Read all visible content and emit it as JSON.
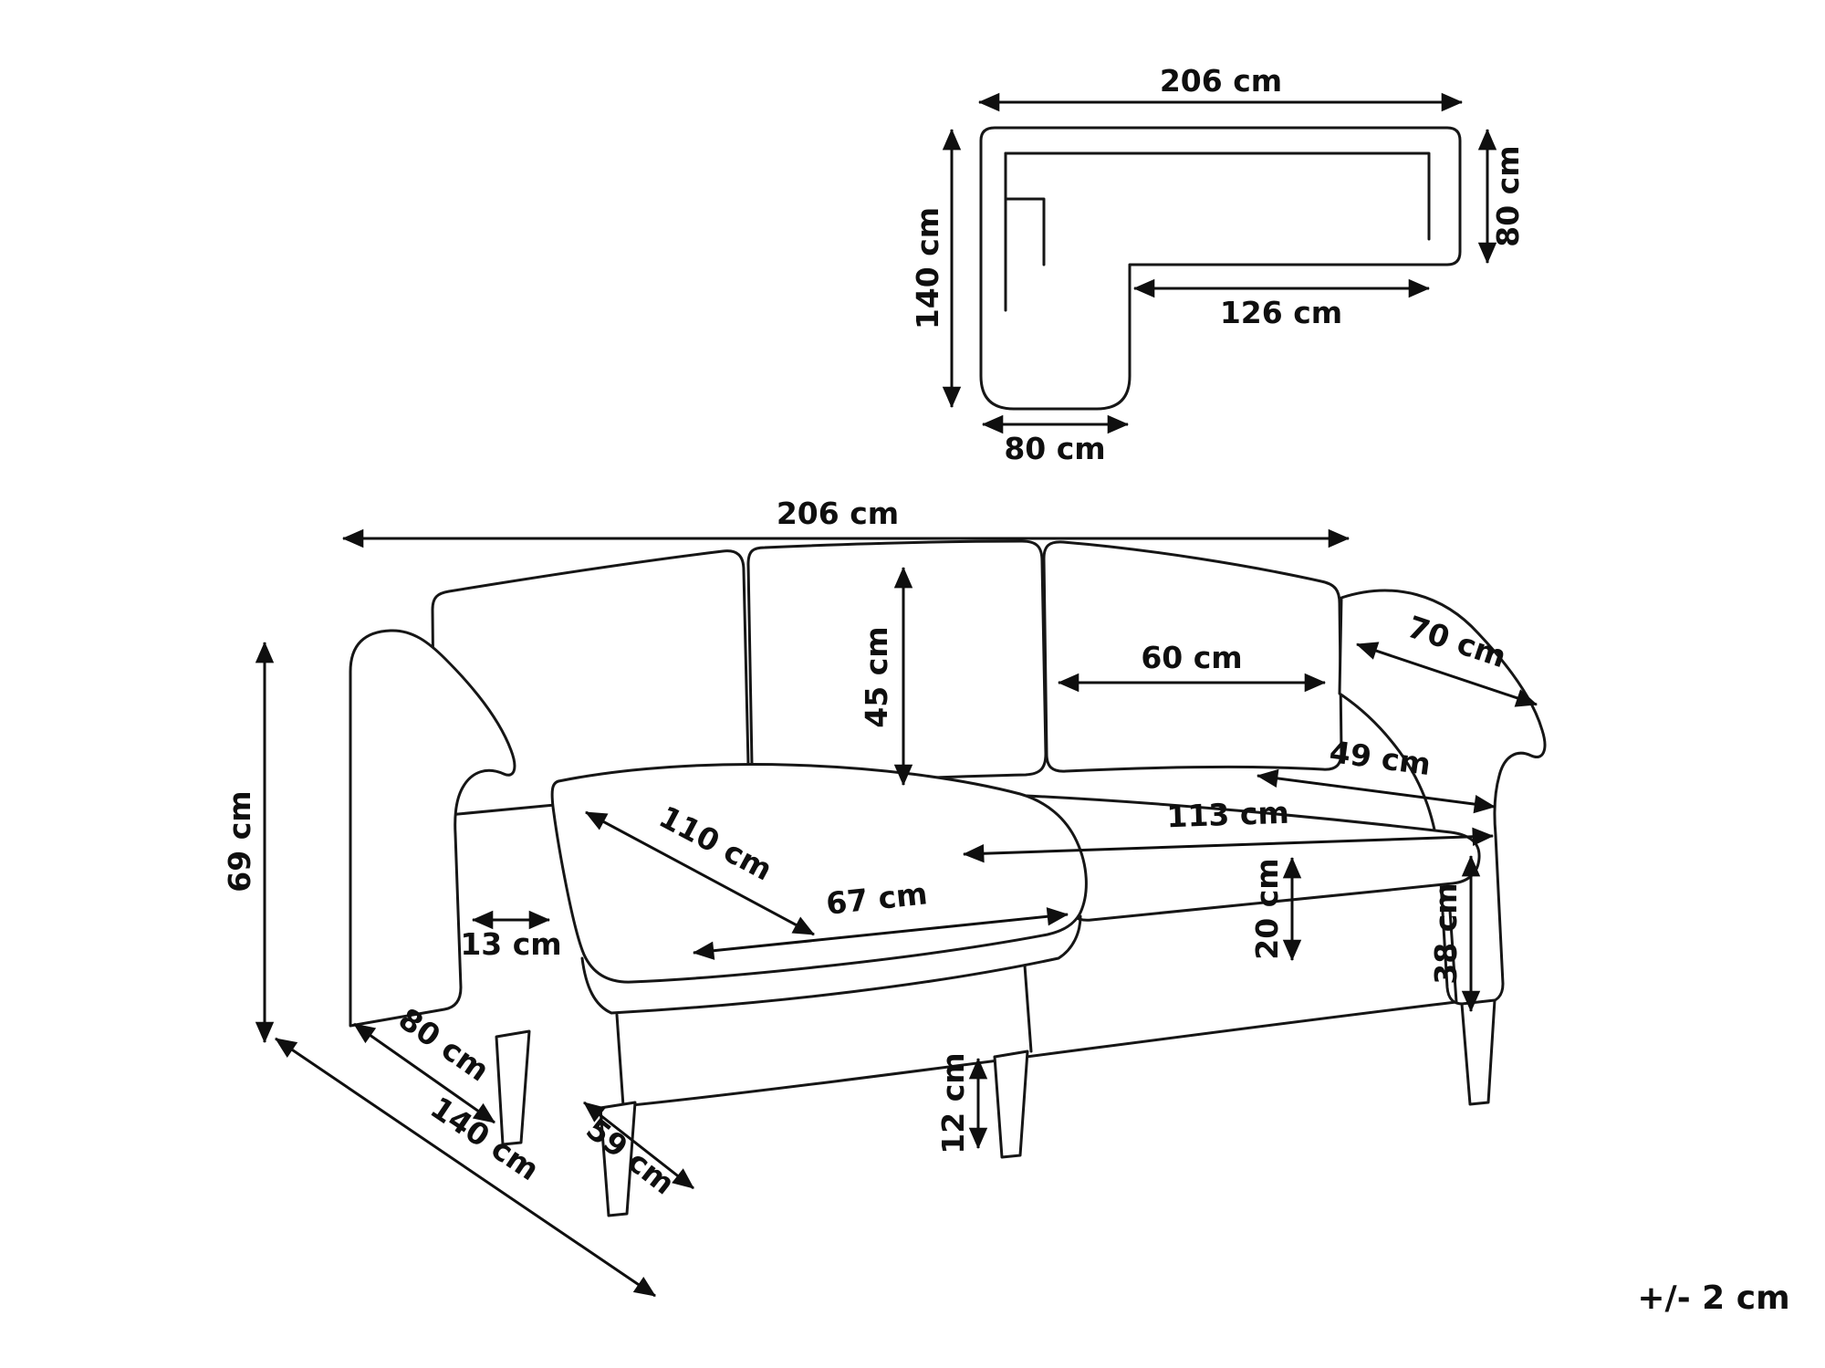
{
  "tolerance_note": "+/- 2 cm",
  "plan": {
    "width_top": "206 cm",
    "depth_left": "140 cm",
    "side_depth_right": "80 cm",
    "seat_width": "126 cm",
    "chaise_width": "80 cm"
  },
  "perspective": {
    "width_top": "206 cm",
    "height": "69 cm",
    "back_cushion_height": "45 cm",
    "back_cushion_width": "60 cm",
    "top_depth": "70 cm",
    "seat_depth": "49 cm",
    "seat_width": "113 cm",
    "chaise_cushion_length": "110 cm",
    "chaise_cushion_width": "67 cm",
    "armrest_width": "13 cm",
    "seat_cushion_thickness": "20 cm",
    "seat_height": "38 cm",
    "leg_height": "12 cm",
    "chaise_side_depth": "80 cm",
    "total_depth": "140 cm",
    "chaise_front_width": "59 cm"
  }
}
